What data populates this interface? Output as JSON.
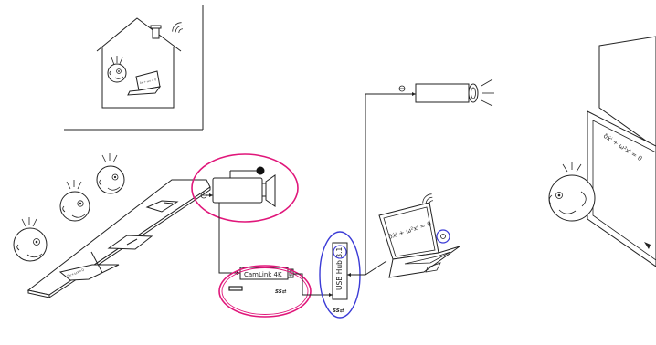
{
  "devices": {
    "capture_card": {
      "label": "CamLink 4K"
    },
    "usb_hub": {
      "label": "USB Hub 3.1"
    }
  },
  "formulas": {
    "laptop_screen": "δẋⁱ + ω²xⁱ = 0",
    "wall_board": "δẋⁱ + ω²xⁱ = 0"
  },
  "badges": {
    "superspeed_capture": "SS⇄",
    "superspeed_hub": "SS⇄"
  },
  "colors": {
    "highlight_pink": "#e0167a",
    "highlight_blue": "#3b3bd6",
    "ink": "#222222"
  },
  "icons": {
    "wifi": "wifi-signal-icon",
    "hdmi": "hdmi-port-icon",
    "usb": "usb-port-icon",
    "power": "power-button-icon"
  }
}
